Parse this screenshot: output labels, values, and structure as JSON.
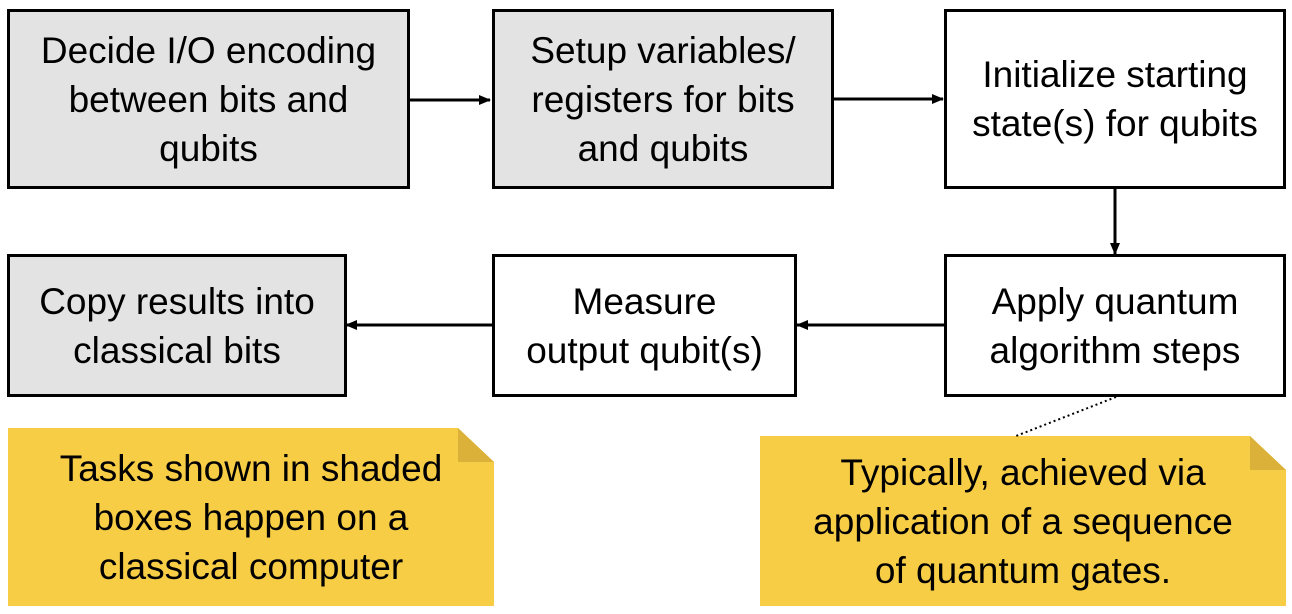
{
  "boxes": {
    "decide": {
      "lines": [
        "Decide I/O encoding",
        "between bits and",
        "qubits"
      ],
      "shaded": true
    },
    "setup": {
      "lines": [
        "Setup variables/",
        "registers for bits",
        "and qubits"
      ],
      "shaded": true
    },
    "initialize": {
      "lines": [
        "Initialize starting",
        "state(s) for qubits"
      ],
      "shaded": false
    },
    "apply": {
      "lines": [
        "Apply quantum",
        "algorithm steps"
      ],
      "shaded": false
    },
    "measure": {
      "lines": [
        "Measure",
        "output qubit(s)"
      ],
      "shaded": false
    },
    "copy": {
      "lines": [
        "Copy results into",
        "classical bits"
      ],
      "shaded": true
    }
  },
  "notes": {
    "shaded_legend": {
      "lines": [
        "Tasks shown in shaded",
        "boxes happen on a",
        "classical computer"
      ]
    },
    "gates_note": {
      "lines": [
        "Typically, achieved via",
        "application of a sequence",
        "of quantum gates."
      ]
    }
  },
  "edges": [
    {
      "from": "decide",
      "to": "setup"
    },
    {
      "from": "setup",
      "to": "initialize"
    },
    {
      "from": "initialize",
      "to": "apply"
    },
    {
      "from": "apply",
      "to": "measure"
    },
    {
      "from": "measure",
      "to": "copy"
    }
  ],
  "colors": {
    "shaded_fill": "#e3e3e3",
    "note_fill": "#f7cd46",
    "note_fold": "#dcb13a",
    "stroke": "#000000"
  }
}
